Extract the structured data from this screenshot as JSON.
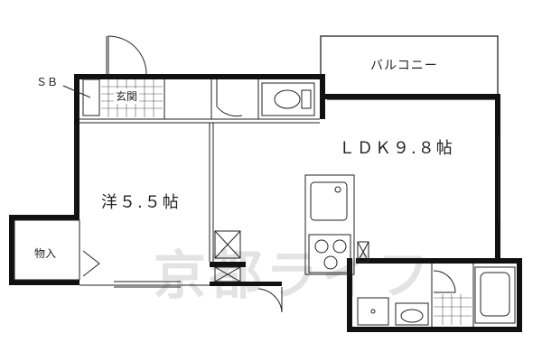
{
  "rooms": {
    "sb": "ＳＢ",
    "entrance": "玄関",
    "balcony": "バルコニー",
    "ldk": "ＬＤＫ９.８帖",
    "western": "洋５.５帖",
    "closet": "物入"
  },
  "watermark": "京都ライフ",
  "colors": {
    "wall": "#111111",
    "line": "#333333",
    "tile": "#555555"
  }
}
